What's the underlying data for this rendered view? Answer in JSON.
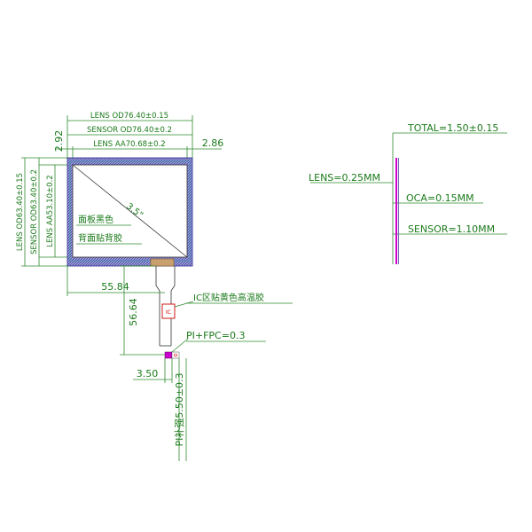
{
  "top_dims": {
    "lens_od": "LENS OD76.40±0.15",
    "sensor_od": "SENSOR OD76.40±0.2",
    "lens_aa": "LENS AA70.68±0.2",
    "left_offset": "2.92",
    "right_offset": "2.86"
  },
  "side_dims": {
    "lens_od": "LENS OD63.40±0.15",
    "sensor_od": "SENSOR OD63.40±0.2",
    "lens_aa": "LENS AA53.10±0.2"
  },
  "panel": {
    "diagonal": "3.5\"",
    "note_front": "面板黑色",
    "note_back": "背面贴背胶"
  },
  "tail": {
    "width_dim": "55.84",
    "height_dim": "56.64",
    "ic_label": "IC",
    "ic_note": "IC区贴黄色高温胶",
    "fpc_note": "PI+FPC=0.3",
    "tail_width": "3.50",
    "stiffener": "PI补强5.50±0.3"
  },
  "stack": {
    "total": "TOTAL=1.50±0.15",
    "lens": "LENS=0.25MM",
    "oca": "OCA=0.15MM",
    "sensor": "SENSOR=1.10MM"
  },
  "colors": {
    "dimension": "#1a7a1a",
    "hatch": "#3a3a9a",
    "stack_bar": "#cc00cc",
    "ic_box": "#cc0000",
    "tape": "#c8a070"
  }
}
